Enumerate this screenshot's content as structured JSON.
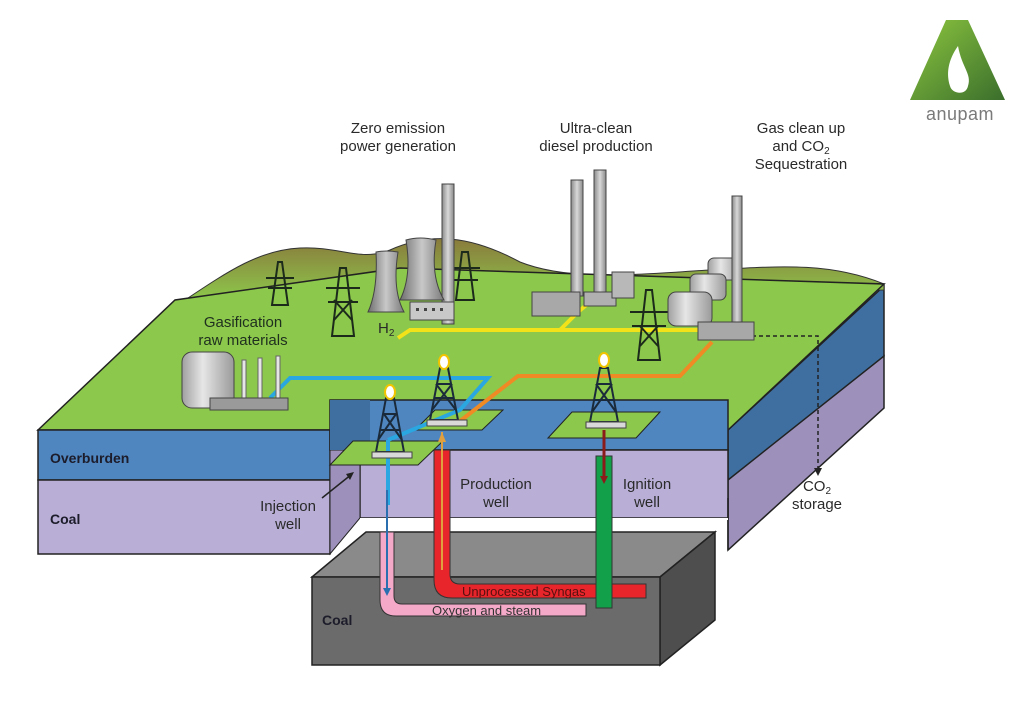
{
  "brand": {
    "name": "anupam",
    "icon": "flame-a-logo-icon",
    "colors": {
      "green_light": "#8dc63f",
      "green_dark": "#3f7f2f",
      "text": "#7a7a7a"
    }
  },
  "labels": {
    "power": {
      "line1": "Zero emission",
      "line2": "power generation"
    },
    "diesel": {
      "line1": "Ultra-clean",
      "line2": "diesel production"
    },
    "cleanup": {
      "line1": "Gas clean up",
      "line2_pre": "and CO",
      "line2_sub": "2",
      "line3": "Sequestration"
    },
    "raw": {
      "line1": "Gasification",
      "line2": "raw materials"
    },
    "h2": {
      "main": "H",
      "sub": "2"
    },
    "overburden": "Overburden",
    "coal_layer": "Coal",
    "coal_seam": "Coal",
    "injection": {
      "line1": "Injection",
      "line2": "well"
    },
    "production": {
      "line1": "Production",
      "line2": "well"
    },
    "ignition": {
      "line1": "Ignition",
      "line2": "well"
    },
    "co2_storage": {
      "main": "CO",
      "sub": "2",
      "line2": "storage"
    },
    "syngas": "Unprocessed Syngas",
    "oxygen": "Oxygen and steam"
  },
  "colors": {
    "surface_green": "#8cc84b",
    "hill": "#8c7a3e",
    "overburden": "#4f86c0",
    "coal_layer": "#b8aed6",
    "coal_seam": "#6b6b6b",
    "h2_line": "#f2e21a",
    "blue_line": "#2aa7e0",
    "orange_line": "#f08a24",
    "syngas_pipe": "#e8252a",
    "oxygen_pipe": "#f4a9c8",
    "ignition_pipe": "#13a04a"
  }
}
